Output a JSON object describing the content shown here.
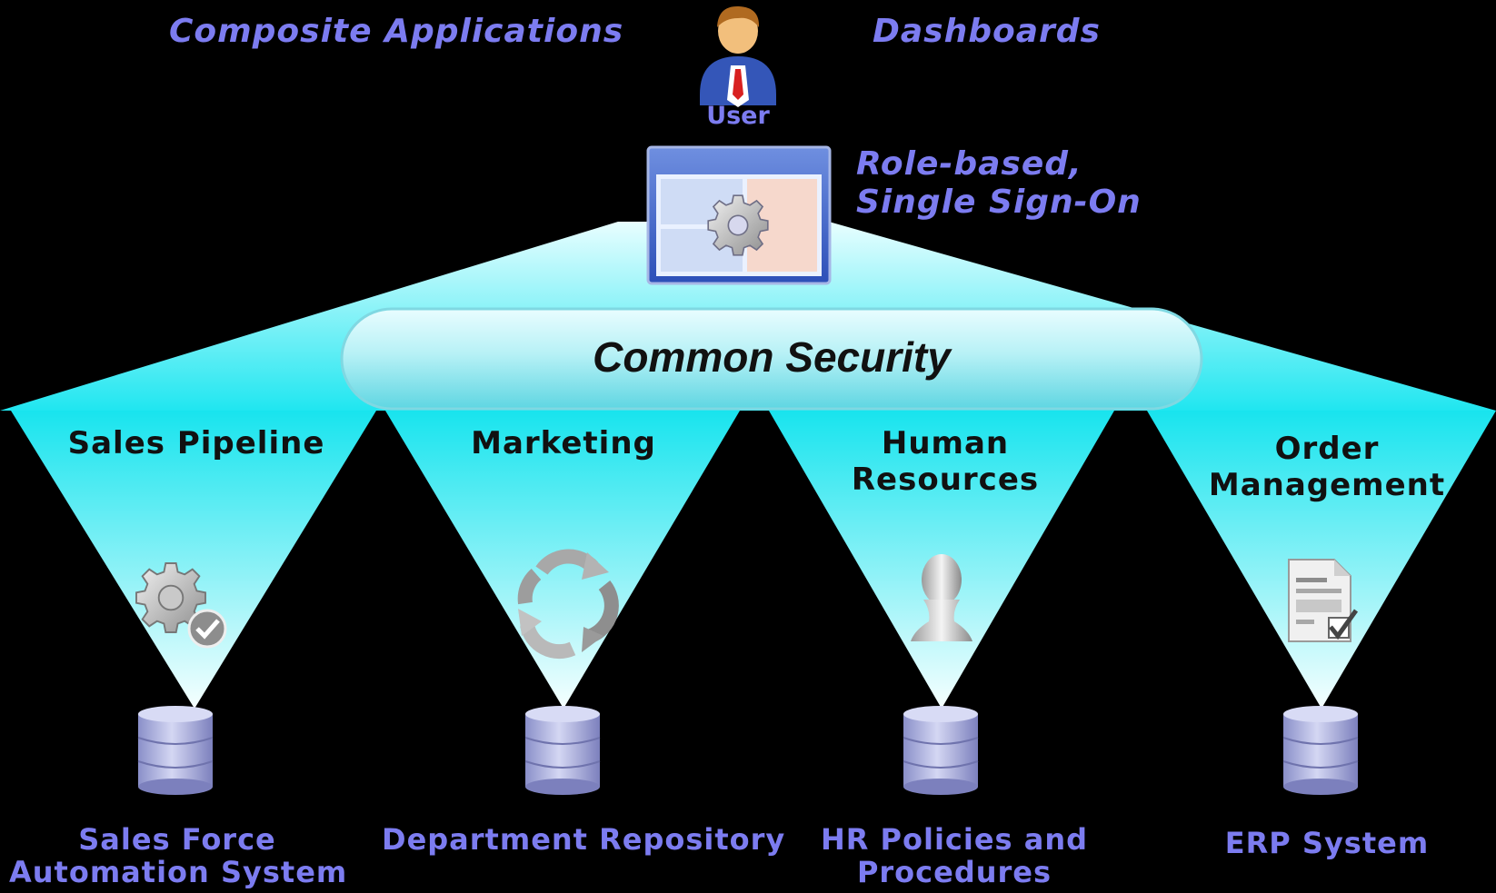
{
  "header": {
    "left": "Composite Applications",
    "right": "Dashboards"
  },
  "user": {
    "label": "User",
    "icon": "user-icon"
  },
  "portal": {
    "icon": "portal-window-icon",
    "caption_line1": "Role-based,",
    "caption_line2": "Single Sign-On"
  },
  "security": {
    "label": "Common Security"
  },
  "departments": [
    {
      "lines": [
        "Sales Pipeline"
      ],
      "icon": "gear-check-icon",
      "system": [
        "Sales Force",
        "Automation System"
      ]
    },
    {
      "lines": [
        "Marketing"
      ],
      "icon": "refresh-cycle-icon",
      "system": [
        "Department Repository"
      ]
    },
    {
      "lines": [
        "Human",
        "Resources"
      ],
      "icon": "person-pawn-icon",
      "system": [
        "HR Policies and",
        "Procedures"
      ]
    },
    {
      "lines": [
        "Order",
        "Management"
      ],
      "icon": "document-check-icon",
      "system": [
        "ERP System"
      ]
    }
  ],
  "colors": {
    "background": "#000000",
    "beam": "#19e6f0",
    "label_text": "#7c7cf0",
    "database": "#a0a5dd"
  }
}
